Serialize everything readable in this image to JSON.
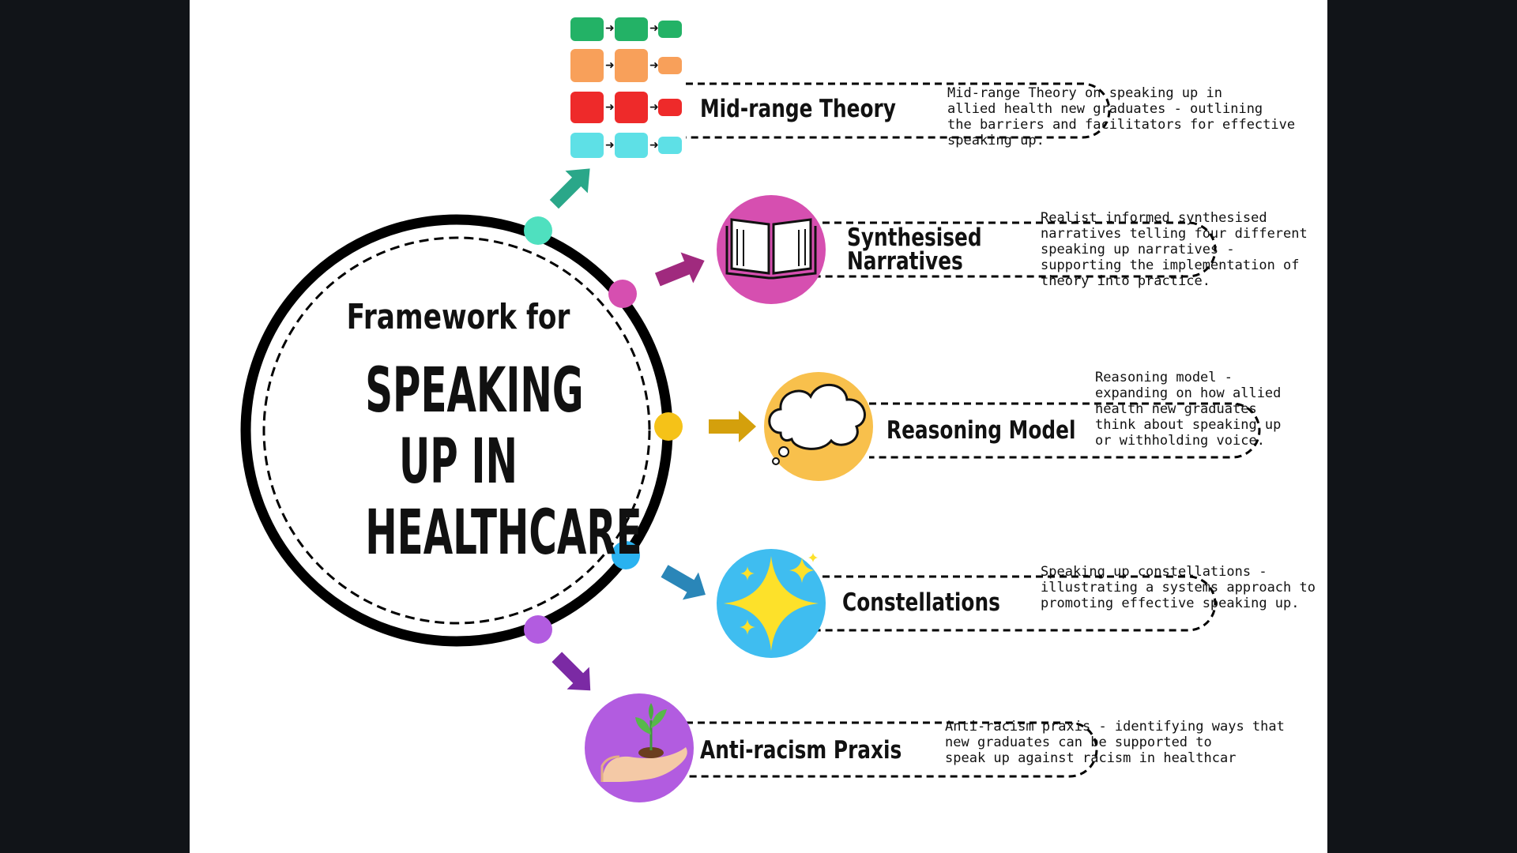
{
  "title": {
    "line1": "Framework for",
    "line2": "SPEAKING",
    "line3": "UP IN",
    "line4": "HEALTHCARE"
  },
  "components": [
    {
      "label": "Mid-range Theory",
      "description": "Mid-range Theory on speaking up in\nallied health new graduates - outlining\nthe barriers and facilitators for effective\nspeaking up.",
      "color": "#3fc0a0",
      "icon": "flowchart-thumbnail-icon"
    },
    {
      "label": "Synthesised\nNarratives",
      "description": "Realist informed synthesised\nnarratives telling four different\nspeaking up narratives -\nsupporting the implementation of\ntheory into practice.",
      "color": "#d64fb0",
      "icon": "open-book-icon"
    },
    {
      "label": "Reasoning Model",
      "description": "Reasoning model -\nexpanding on how allied\nhealth new graduates\nthink about speaking up\nor withholding voice.",
      "color": "#f5c242",
      "icon": "thought-cloud-icon"
    },
    {
      "label": "Constellations",
      "description": "Speaking up constellations -\nillustrating a systems approach to\npromoting effective speaking up.",
      "color": "#3fbdf0",
      "icon": "sparkle-stars-icon"
    },
    {
      "label": "Anti-racism Praxis",
      "description": "Anti-racism praxis - identifying ways that\nnew graduates can be supported to\nspeak up against racism in healthcar",
      "color": "#b25ce0",
      "icon": "hand-seedling-icon"
    }
  ],
  "colors": {
    "background": "#111418",
    "slide": "#ffffff",
    "ring": "#000000",
    "dot_teal": "#4fe0bf",
    "dot_pink": "#d64fb0",
    "dot_yellow": "#f5c218",
    "dot_blue": "#2ab2f0",
    "dot_purple": "#b25ce0",
    "arrow_teal": "#2aa789",
    "arrow_magenta": "#a02a7e",
    "arrow_gold": "#d4a00c",
    "arrow_blue": "#2a86b8",
    "arrow_purple": "#7b2aa4"
  }
}
